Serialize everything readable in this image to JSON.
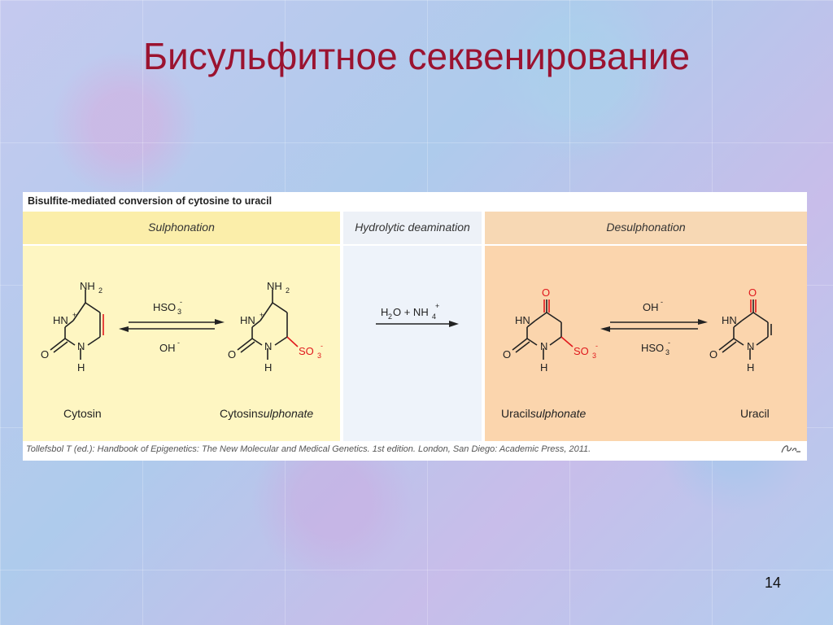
{
  "slide": {
    "title": "Бисульфитное секвенирование",
    "page_number": "14"
  },
  "figure": {
    "heading": "Bisulfite-mediated conversion of cytosine to uracil",
    "panels": {
      "sulphonation": "Sulphonation",
      "hydrolytic": "Hydrolytic deamination",
      "desulphonation": "Desulphonation"
    },
    "compounds": {
      "cytosin": "Cytosin",
      "cytosin_sulphonate_prefix": "Cytosin",
      "cytosin_sulphonate_suffix": "sulphonate",
      "uracil_sulphonate_prefix": "Uracil",
      "uracil_sulphonate_suffix": "sulphonate",
      "uracil": "Uracil"
    },
    "reagents": {
      "hso3": "HSO",
      "hso3_sub": "3",
      "hso3_sup": "-",
      "oh": "OH",
      "oh_sup": "-",
      "h2o": "H",
      "h2o_sub": "2",
      "h2o_rest": "O + NH",
      "nh4_sub": "4",
      "nh4_sup": "+"
    },
    "atoms": {
      "n": "N",
      "hn": "HN",
      "h": "H",
      "o": "O",
      "nh": "NH",
      "nh_sub": "2",
      "plus": "+",
      "so": "SO",
      "so_sub": "3",
      "so_sup": "-"
    },
    "citation": "Tollefsbol T (ed.): Handbook of Epigenetics: The New Molecular and Medical Genetics. 1st edition. London, San Diego: Academic Press, 2011.",
    "colors": {
      "title": "#9b1330",
      "sulphonation": "#fef6c2",
      "hydrolytic": "#eef3fa",
      "desulphonation": "#fbd5ad",
      "highlight": "#e0191d"
    }
  }
}
